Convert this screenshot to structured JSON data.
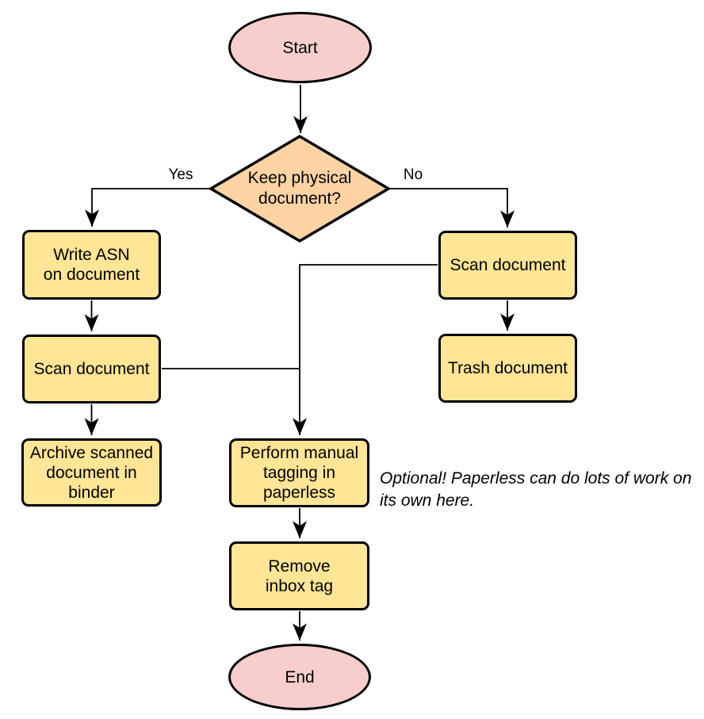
{
  "diagram": {
    "nodes": {
      "start": {
        "label": "Start",
        "type": "terminator"
      },
      "decision": {
        "label": "Keep physical\ndocument?",
        "type": "decision"
      },
      "write_asn": {
        "label": "Write ASN\non document",
        "type": "process"
      },
      "scan_left": {
        "label": "Scan document",
        "type": "process"
      },
      "archive": {
        "label": "Archive scanned\ndocument in\nbinder",
        "type": "process"
      },
      "scan_right": {
        "label": "Scan document",
        "type": "process"
      },
      "trash": {
        "label": "Trash document",
        "type": "process"
      },
      "tagging": {
        "label": "Perform manual\ntagging in\npaperless",
        "type": "process"
      },
      "remove_inbox": {
        "label": "Remove\ninbox tag",
        "type": "process"
      },
      "end": {
        "label": "End",
        "type": "terminator"
      }
    },
    "edge_labels": {
      "yes": "Yes",
      "no": "No"
    },
    "annotation": "Optional! Paperless can do lots of work on\nits own here.",
    "colors": {
      "terminator_fill": "#F8CECC",
      "decision_fill": "#FFD3A3",
      "process_fill": "#FFE596",
      "stroke": "#000000",
      "connector": "#000000",
      "bottom_rule": "#ECEFF1"
    }
  }
}
